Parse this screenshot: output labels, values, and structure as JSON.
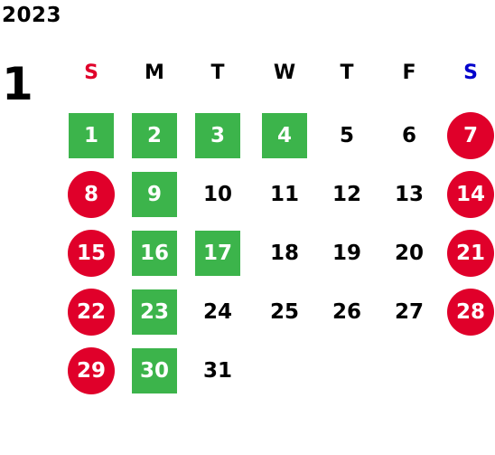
{
  "calendar": {
    "year": "2023",
    "month": "1",
    "weekdays": [
      {
        "label": "S",
        "color": "#e0002a"
      },
      {
        "label": "M",
        "color": "#000000"
      },
      {
        "label": "T",
        "color": "#000000"
      },
      {
        "label": "W",
        "color": "#000000"
      },
      {
        "label": "T",
        "color": "#000000"
      },
      {
        "label": "F",
        "color": "#000000"
      },
      {
        "label": "S",
        "color": "#0000cc"
      }
    ],
    "days": [
      {
        "label": "1",
        "style": "green"
      },
      {
        "label": "2",
        "style": "green"
      },
      {
        "label": "3",
        "style": "green"
      },
      {
        "label": "4",
        "style": "green"
      },
      {
        "label": "5",
        "style": "plain"
      },
      {
        "label": "6",
        "style": "plain"
      },
      {
        "label": "7",
        "style": "red"
      },
      {
        "label": "8",
        "style": "red"
      },
      {
        "label": "9",
        "style": "green"
      },
      {
        "label": "10",
        "style": "plain"
      },
      {
        "label": "11",
        "style": "plain"
      },
      {
        "label": "12",
        "style": "plain"
      },
      {
        "label": "13",
        "style": "plain"
      },
      {
        "label": "14",
        "style": "red"
      },
      {
        "label": "15",
        "style": "red"
      },
      {
        "label": "16",
        "style": "green"
      },
      {
        "label": "17",
        "style": "green"
      },
      {
        "label": "18",
        "style": "plain"
      },
      {
        "label": "19",
        "style": "plain"
      },
      {
        "label": "20",
        "style": "plain"
      },
      {
        "label": "21",
        "style": "red"
      },
      {
        "label": "22",
        "style": "red"
      },
      {
        "label": "23",
        "style": "green"
      },
      {
        "label": "24",
        "style": "plain"
      },
      {
        "label": "25",
        "style": "plain"
      },
      {
        "label": "26",
        "style": "plain"
      },
      {
        "label": "27",
        "style": "plain"
      },
      {
        "label": "28",
        "style": "red"
      },
      {
        "label": "29",
        "style": "red"
      },
      {
        "label": "30",
        "style": "green"
      },
      {
        "label": "31",
        "style": "plain"
      }
    ],
    "colors": {
      "highlight_green": "#3cb44b",
      "holiday_red": "#e0002a",
      "saturday_blue": "#0000cc"
    }
  }
}
